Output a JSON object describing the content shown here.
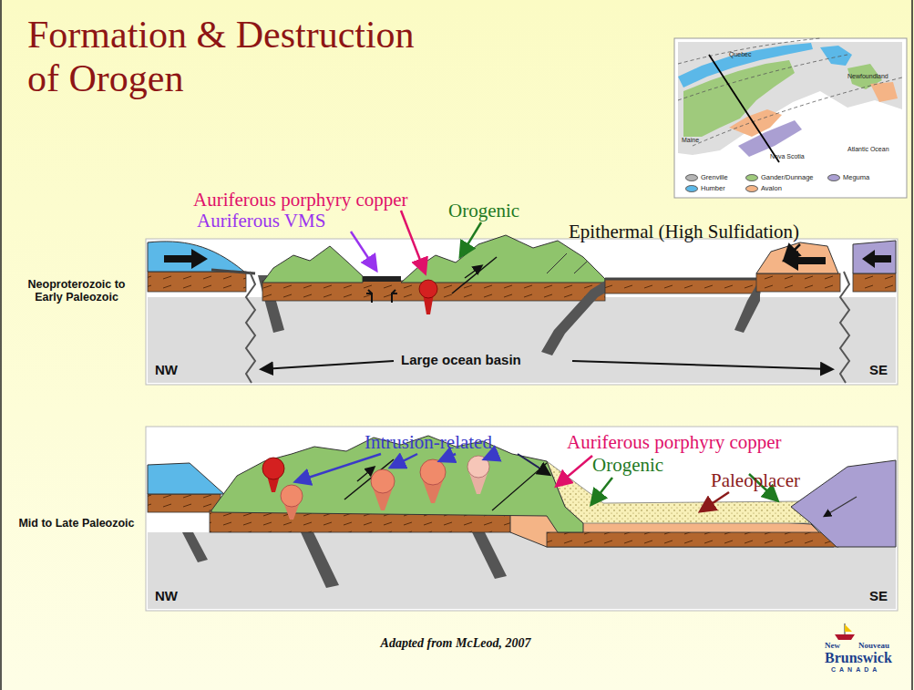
{
  "diagram": {
    "title": "Formation & Destruction of Orogen",
    "caption": "Adapted from McLeod, 2007",
    "labels": [
      "Auriferous porphyry copper",
      "Auriferous VMS",
      "Orogenic",
      "Epithermal (High Sulfidation)",
      "Neoproterozoic to Early Paleozoic",
      "NW",
      "SE",
      "Large ocean basin",
      "Intrusion-related",
      "Auriferous porphyry copper",
      "Orogenic",
      "Paleoplacer",
      "Mid to Late Paleozoic",
      "NW",
      "SE",
      "Quebec",
      "Newfoundland",
      "Maine",
      "Atlantic Ocean",
      "New",
      "Nouveau",
      "Brunswick",
      "CANADA",
      "Nova Scotia"
    ],
    "legend": [
      {
        "text": "Grenville",
        "color": "#b4b4b4"
      },
      {
        "text": "Gander/Dunnage",
        "color": "#9fca7c"
      },
      {
        "text": "Meguma",
        "color": "#aa9fd2"
      },
      {
        "text": "Humber",
        "color": "#5bb8e8"
      },
      {
        "text": "Avalon",
        "color": "#f4b486"
      }
    ]
  }
}
